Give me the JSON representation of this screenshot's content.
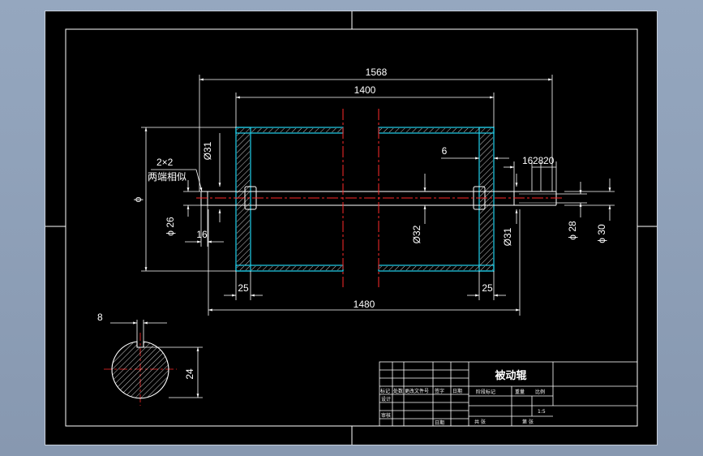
{
  "colors": {
    "background": "#000000",
    "line": "#ffffff",
    "outline": "#22d3ee",
    "centerline": "#ff2a2a",
    "hatch": "#ffffff",
    "viewport": "#8ea0b8"
  },
  "drawing": {
    "dims": {
      "overall_length": "1568",
      "drum_length": "1400",
      "bearing_span": "1480",
      "shell_thickness": "6",
      "diameter_symbol": "ϕ",
      "chamfer": "2×2",
      "chamfer_note": "两端相似",
      "d31_left": "Ø31",
      "d26": "ϕ 26",
      "len16_left": "16",
      "end_plate_left": "25",
      "end_plate_right": "25",
      "d32": "Ø32",
      "d31_right": "Ø31",
      "seg16": "16",
      "seg28": "28",
      "seg20": "20",
      "d28": "ϕ 28",
      "d30": "ϕ 30"
    },
    "section": {
      "key_width": "8",
      "key_depth": "24"
    }
  },
  "title_block": {
    "part_name": "被动辊",
    "scale": "1:5",
    "labels": {
      "mark": "标记",
      "count": "处数",
      "file_no": "更改文件号",
      "sign": "签字",
      "date": "日期",
      "design": "设计",
      "approve": "审核",
      "date2": "日期",
      "stage_mark": "阶段标记",
      "weight": "重量",
      "ratio": "比例",
      "sheet_total": "共 张",
      "sheet_no": "第 张"
    }
  }
}
